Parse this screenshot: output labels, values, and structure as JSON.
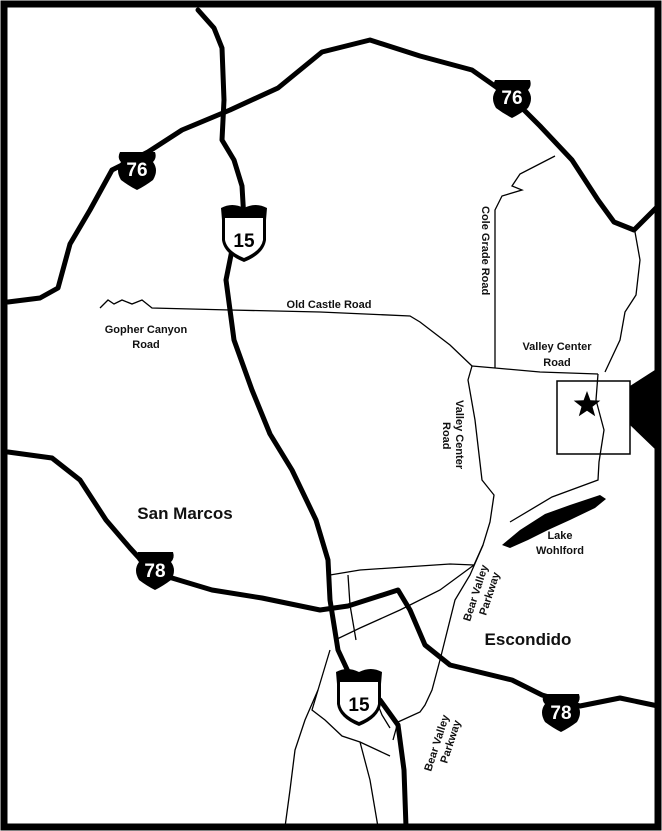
{
  "map": {
    "colors": {
      "ink": "#000000",
      "paper": "#ffffff"
    },
    "shields": {
      "sr76_north": "76",
      "sr76_west": "76",
      "i15_north": "15",
      "i15_south": "15",
      "sr78_west": "78",
      "sr78_east": "78"
    },
    "labels": {
      "old_castle_road": "Old Castle Road",
      "gopher_canyon_1": "Gopher Canyon",
      "gopher_canyon_2": "Road",
      "cole_grade_road": "Cole Grade Road",
      "valley_center_east_1": "Valley Center",
      "valley_center_east_2": "Road",
      "valley_center_vert_1": "Valley Center",
      "valley_center_vert_2": "Road",
      "san_marcos": "San Marcos",
      "lake_wohlford_1": "Lake",
      "lake_wohlford_2": "Wohlford",
      "bear_valley_north_1": "Bear Valley",
      "bear_valley_north_2": "Parkway",
      "escondido": "Escondido",
      "bear_valley_south_1": "Bear Valley",
      "bear_valley_south_2": "Parkway"
    },
    "marker_icon": "star-icon"
  }
}
